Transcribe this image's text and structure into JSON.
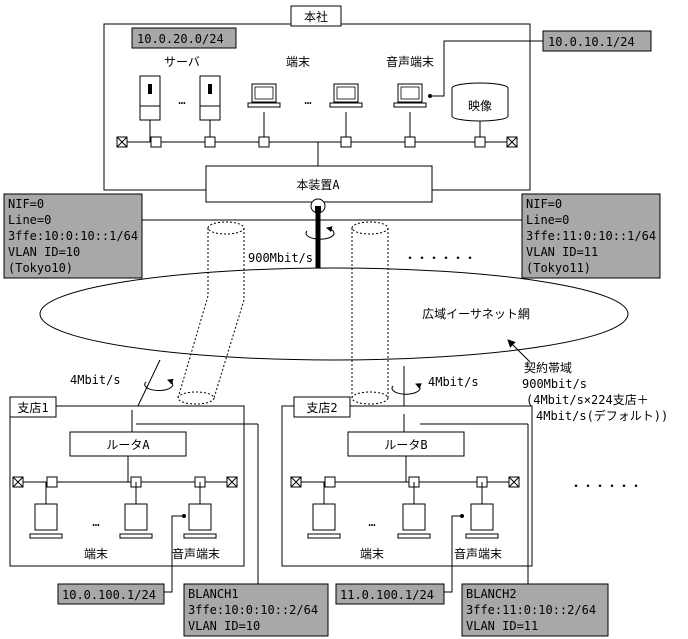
{
  "hq": {
    "title": "本社",
    "subnet": "10.0.20.0/24",
    "server_label": "サーバ",
    "terminal_label": "端末",
    "voice_label": "音声端末",
    "video_label": "映像",
    "voice_ip": "10.0.10.1/24",
    "ellipsis": "…"
  },
  "device": {
    "label": "本装置A"
  },
  "left_info": [
    "NIF=0",
    "Line=0",
    "3ffe:10:0:10::1/64",
    "VLAN ID=10",
    "(Tokyo10)"
  ],
  "right_info": [
    "NIF=0",
    "Line=0",
    "3ffe:11:0:10::1/64",
    "VLAN ID=11",
    "(Tokyo11)"
  ],
  "uplink_speed": "900Mbit/s",
  "dots": "・・・・・・",
  "wan_label": "広域イーサネット網",
  "contract": [
    "契約帯域",
    "900Mbit/s",
    "(4Mbit/s×224支店＋",
    "4Mbit/s(デフォルト))"
  ],
  "branch1": {
    "title": "支店1",
    "speed": "4Mbit/s",
    "router": "ルータA",
    "terminal_label": "端末",
    "voice_label": "音声端末",
    "ip": "10.0.100.1/24",
    "info": [
      "BLANCH1",
      "3ffe:10:0:10::2/64",
      "VLAN ID=10"
    ]
  },
  "branch2": {
    "title": "支店2",
    "speed": "4Mbit/s",
    "router": "ルータB",
    "terminal_label": "端末",
    "voice_label": "音声端末",
    "ip": "11.0.100.1/24",
    "info": [
      "BLANCH2",
      "3ffe:11:0:10::2/64",
      "VLAN ID=11"
    ]
  },
  "colors": {
    "gray_box": "#a8a8a8",
    "line": "#000000"
  }
}
